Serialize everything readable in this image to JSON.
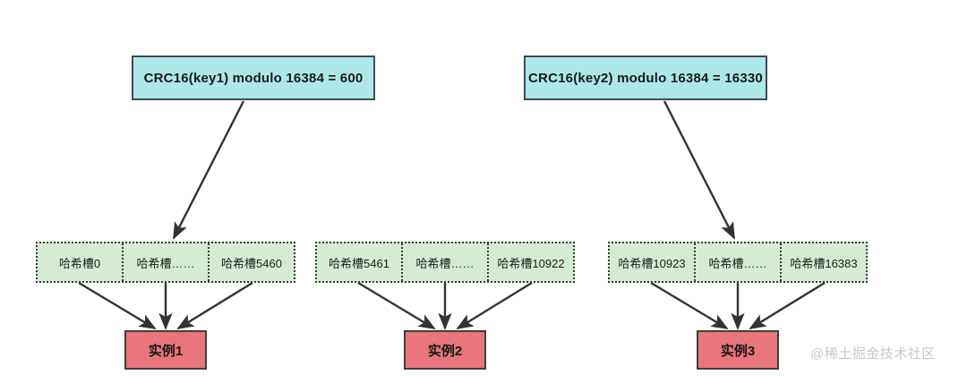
{
  "diagram": {
    "title": "Redis Cluster hash slot to instance mapping",
    "colors": {
      "crc_box_fill": "#ade8e8",
      "crc_box_stroke": "#3f4a52",
      "slot_fill": "#d6ebd4",
      "slot_stroke": "#3b3b3b",
      "instance_fill": "#e8767c",
      "instance_stroke": "#3f3f3f",
      "arrow": "#333333",
      "background": "#ffffff",
      "watermark": "#c9c9c9"
    },
    "crc_boxes": [
      {
        "id": "crc-key1",
        "label": "CRC16(key1) modulo 16384 = 600"
      },
      {
        "id": "crc-key2",
        "label": "CRC16(key2) modulo 16384 = 16330"
      }
    ],
    "slot_groups": [
      {
        "id": "slot-group-1",
        "cells": [
          "哈希槽0",
          "哈希槽……",
          "哈希槽5460"
        ]
      },
      {
        "id": "slot-group-2",
        "cells": [
          "哈希槽5461",
          "哈希槽……",
          "哈希槽10922"
        ]
      },
      {
        "id": "slot-group-3",
        "cells": [
          "哈希槽10923",
          "哈希槽……",
          "哈希槽16383"
        ]
      }
    ],
    "instances": [
      {
        "id": "instance-1",
        "label": "实例1"
      },
      {
        "id": "instance-2",
        "label": "实例2"
      },
      {
        "id": "instance-3",
        "label": "实例3"
      }
    ],
    "watermark": "@稀土掘金技术社区"
  }
}
